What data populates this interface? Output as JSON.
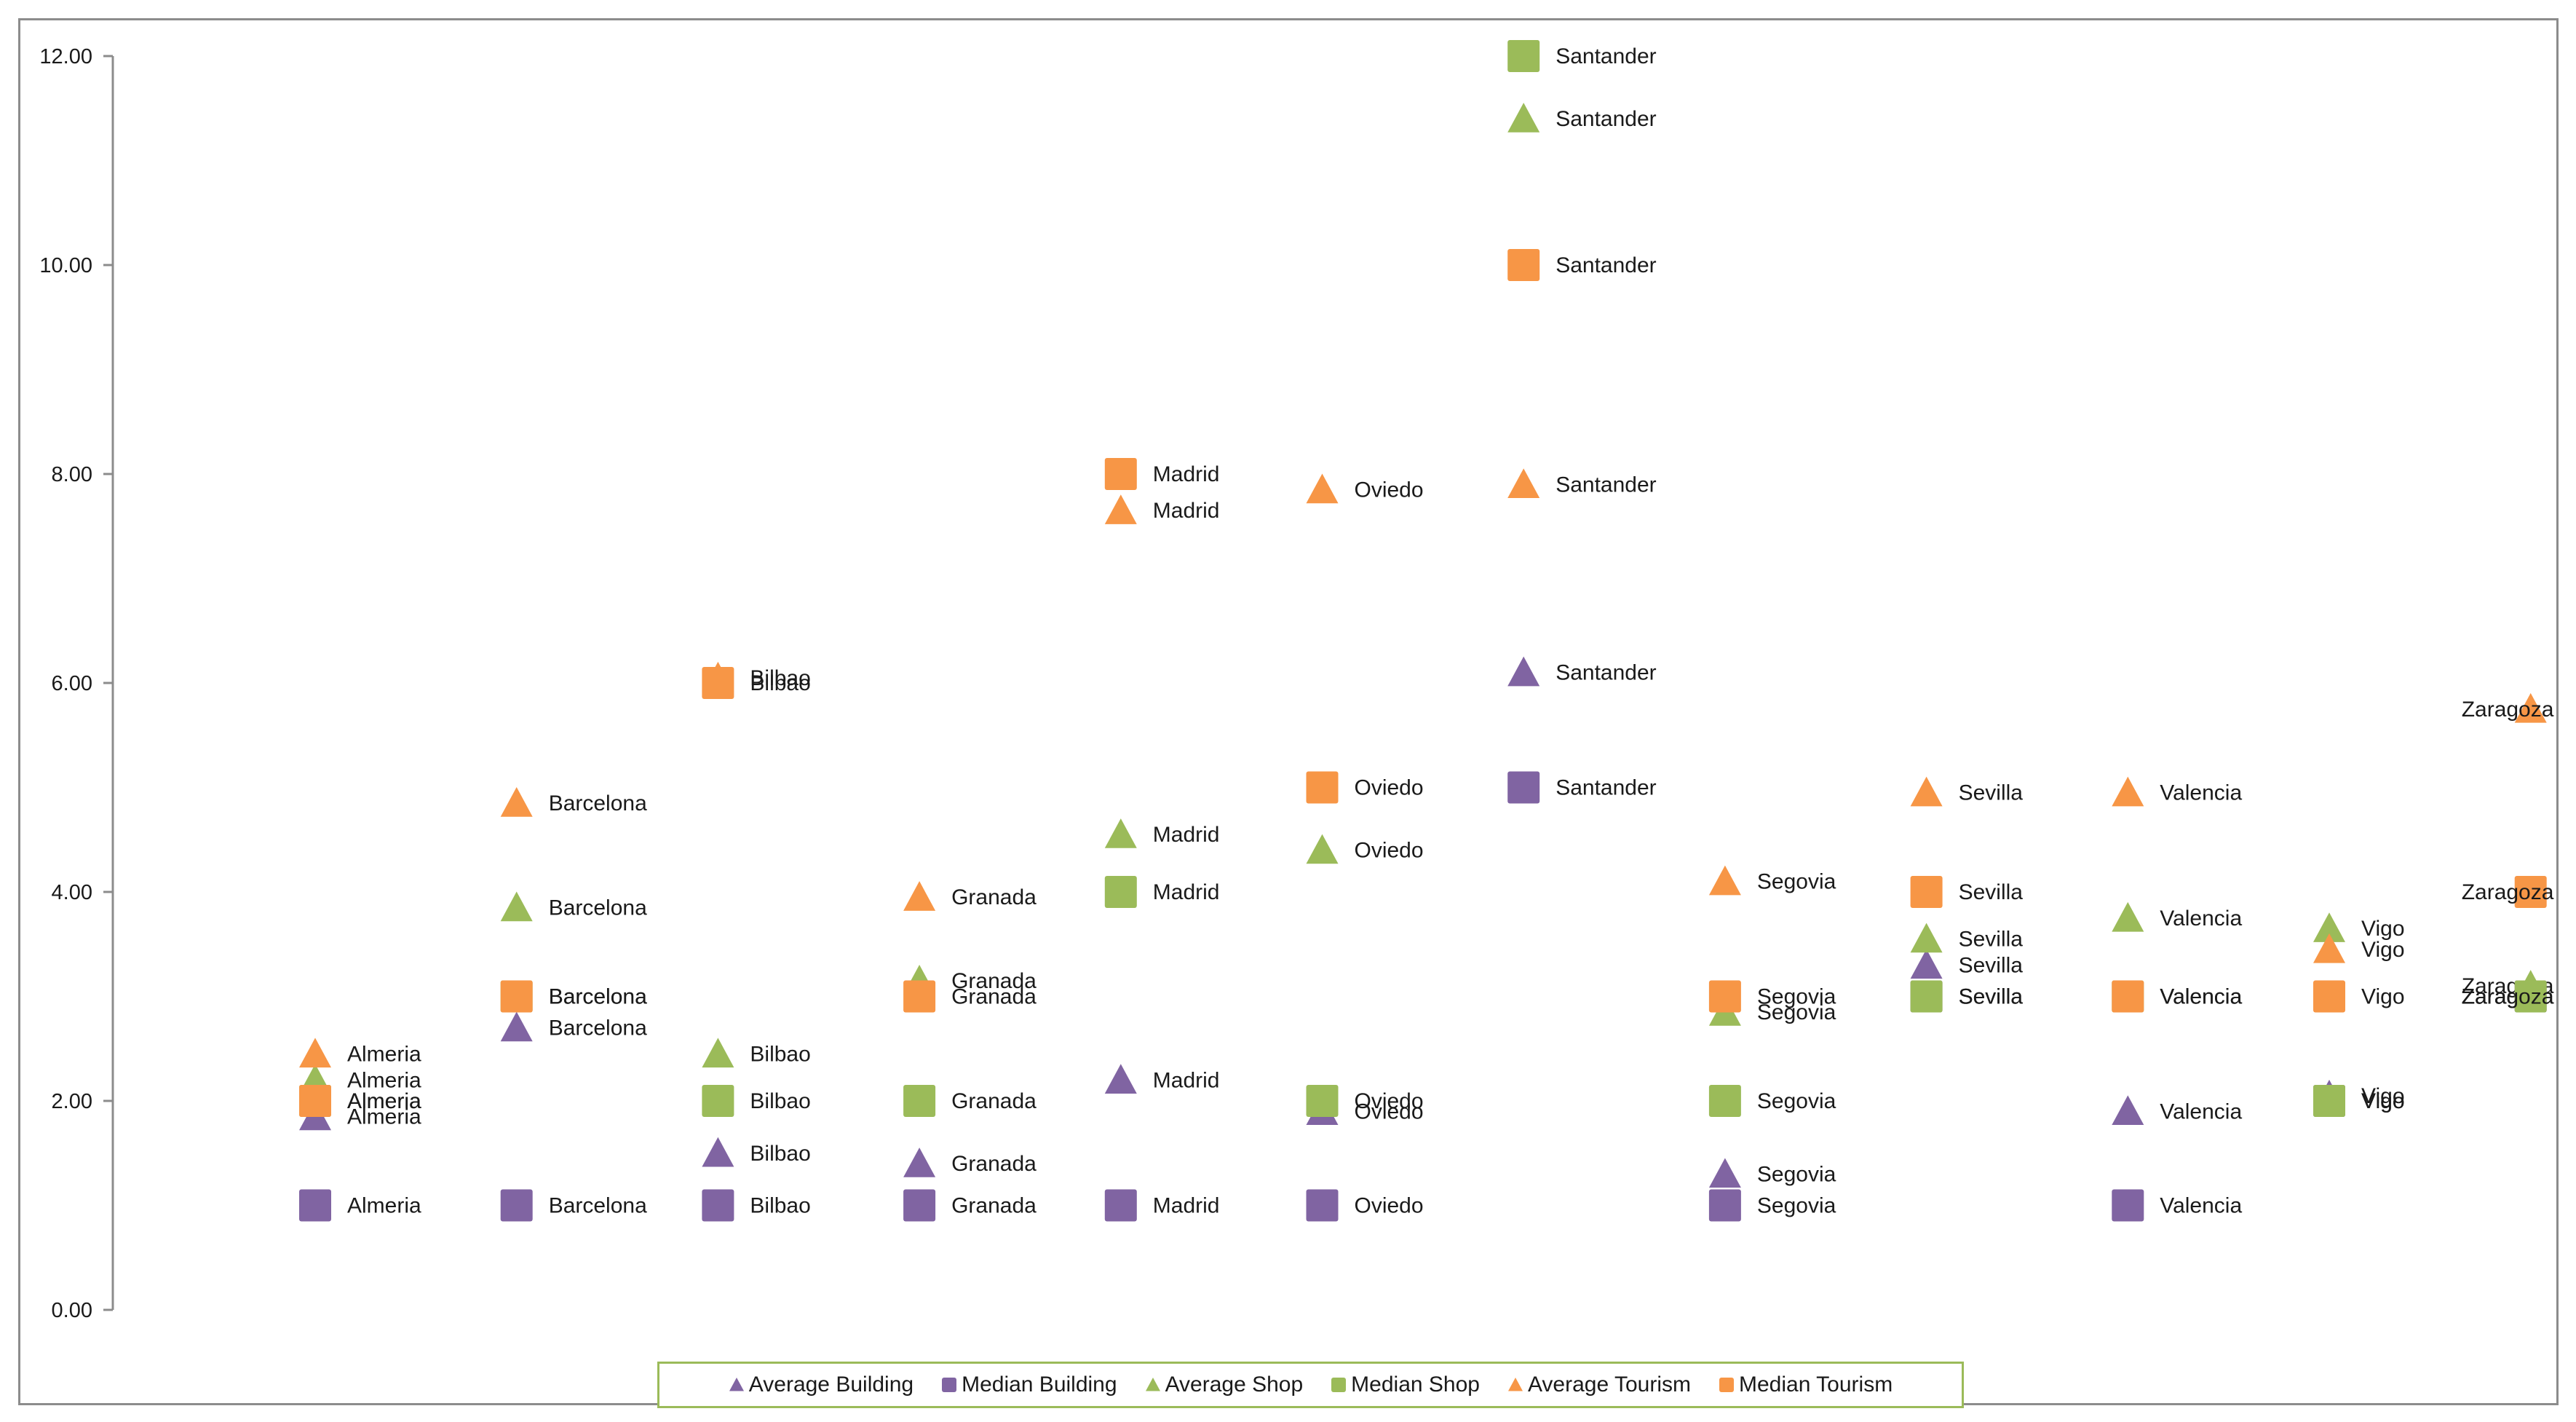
{
  "chart_data": {
    "type": "scatter",
    "title": "",
    "xlabel": "",
    "ylabel": "",
    "ylim": [
      0,
      12
    ],
    "yticks": [
      "0.00",
      "2.00",
      "4.00",
      "6.00",
      "8.00",
      "10.00",
      "12.00"
    ],
    "grid": false,
    "legend_position": "bottom",
    "categories": [
      "Almeria",
      "Barcelona",
      "Bilbao",
      "Granada",
      "Madrid",
      "Oviedo",
      "Santander",
      "Segovia",
      "Sevilla",
      "Valencia",
      "Vigo",
      "Zaragoza"
    ],
    "series": [
      {
        "name": "Average Building",
        "marker": "triangle",
        "color": "#8064a2",
        "values": [
          1.85,
          2.7,
          1.5,
          1.4,
          2.2,
          1.9,
          6.1,
          1.3,
          3.3,
          1.9,
          2.05,
          3.0
        ]
      },
      {
        "name": "Median Building",
        "marker": "square",
        "color": "#8064a2",
        "values": [
          1.0,
          1.0,
          1.0,
          1.0,
          1.0,
          1.0,
          5.0,
          1.0,
          3.0,
          1.0,
          2.0,
          3.0
        ]
      },
      {
        "name": "Average Shop",
        "marker": "triangle",
        "color": "#9bbb59",
        "values": [
          2.2,
          3.85,
          2.45,
          3.15,
          4.55,
          4.4,
          11.4,
          2.85,
          3.55,
          3.75,
          3.65,
          3.1
        ]
      },
      {
        "name": "Median Shop",
        "marker": "square",
        "color": "#9bbb59",
        "values": [
          2.0,
          3.0,
          2.0,
          2.0,
          4.0,
          2.0,
          12.0,
          2.0,
          3.0,
          3.0,
          2.0,
          3.0
        ]
      },
      {
        "name": "Average Tourism",
        "marker": "triangle",
        "color": "#f79646",
        "values": [
          2.45,
          4.85,
          6.05,
          3.95,
          7.65,
          7.85,
          7.9,
          4.1,
          4.95,
          4.95,
          3.45,
          5.75
        ]
      },
      {
        "name": "Median Tourism",
        "marker": "square",
        "color": "#f79646",
        "values": [
          2.0,
          3.0,
          6.0,
          3.0,
          8.0,
          5.0,
          10.0,
          3.0,
          4.0,
          3.0,
          3.0,
          4.0
        ]
      }
    ]
  }
}
